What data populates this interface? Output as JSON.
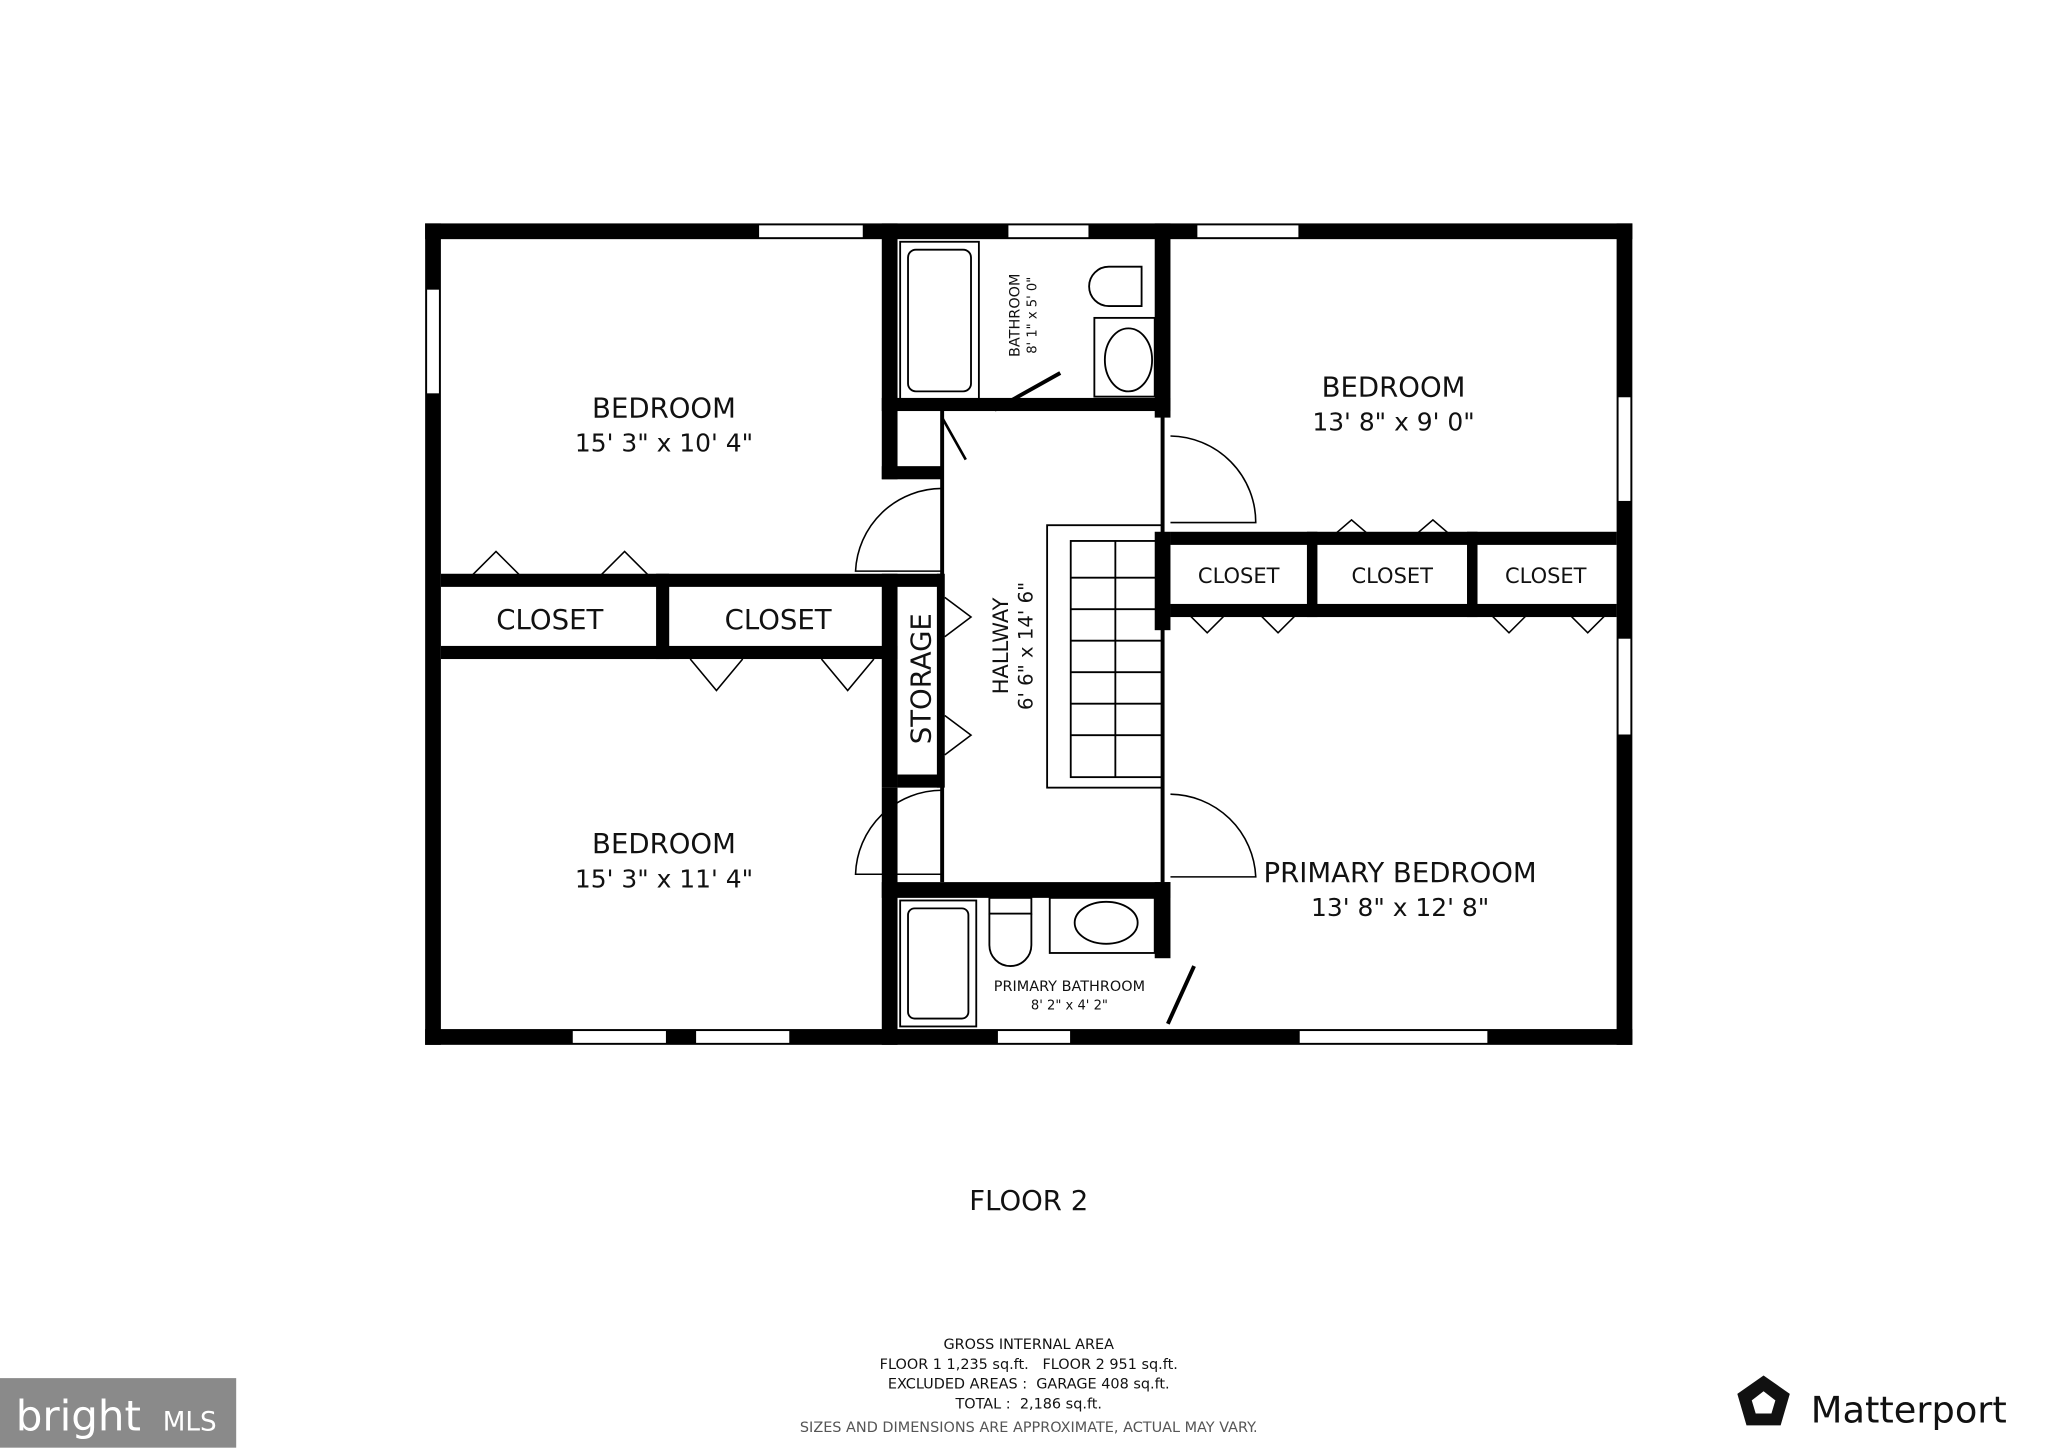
{
  "rooms": {
    "bedroom_top_left": {
      "name": "BEDROOM",
      "dims": "15' 3\" x 10' 4\""
    },
    "bedroom_bottom_left": {
      "name": "BEDROOM",
      "dims": "15' 3\" x 11' 4\""
    },
    "bedroom_top_right": {
      "name": "BEDROOM",
      "dims": "13' 8\" x 9' 0\""
    },
    "primary_bedroom": {
      "name": "PRIMARY BEDROOM",
      "dims": "13' 8\" x 12' 8\""
    },
    "bathroom": {
      "name": "BATHROOM",
      "dims": "8' 1\" x 5' 0\""
    },
    "primary_bathroom": {
      "name": "PRIMARY BATHROOM",
      "dims": "8' 2\" x 4' 2\""
    },
    "hallway": {
      "name": "HALLWAY",
      "dims": "6' 6\" x 14' 6\""
    },
    "storage": {
      "name": "STORAGE"
    },
    "closets": [
      "CLOSET",
      "CLOSET",
      "CLOSET",
      "CLOSET",
      "CLOSET"
    ]
  },
  "floor_label": "FLOOR 2",
  "area_summary": {
    "title": "GROSS INTERNAL AREA",
    "line1": "FLOOR 1 1,235 sq.ft.   FLOOR 2 951 sq.ft.",
    "line2": "EXCLUDED AREAS :  GARAGE 408 sq.ft.",
    "line3": "TOTAL :  2,186 sq.ft.",
    "disclaimer": "SIZES AND DIMENSIONS ARE APPROXIMATE, ACTUAL MAY VARY."
  },
  "logos": {
    "bright": "bright",
    "bright_mls": "MLS",
    "matterport": "Matterport"
  },
  "colors": {
    "wall": "#000000",
    "bright_bg": "#8a8a8a"
  }
}
